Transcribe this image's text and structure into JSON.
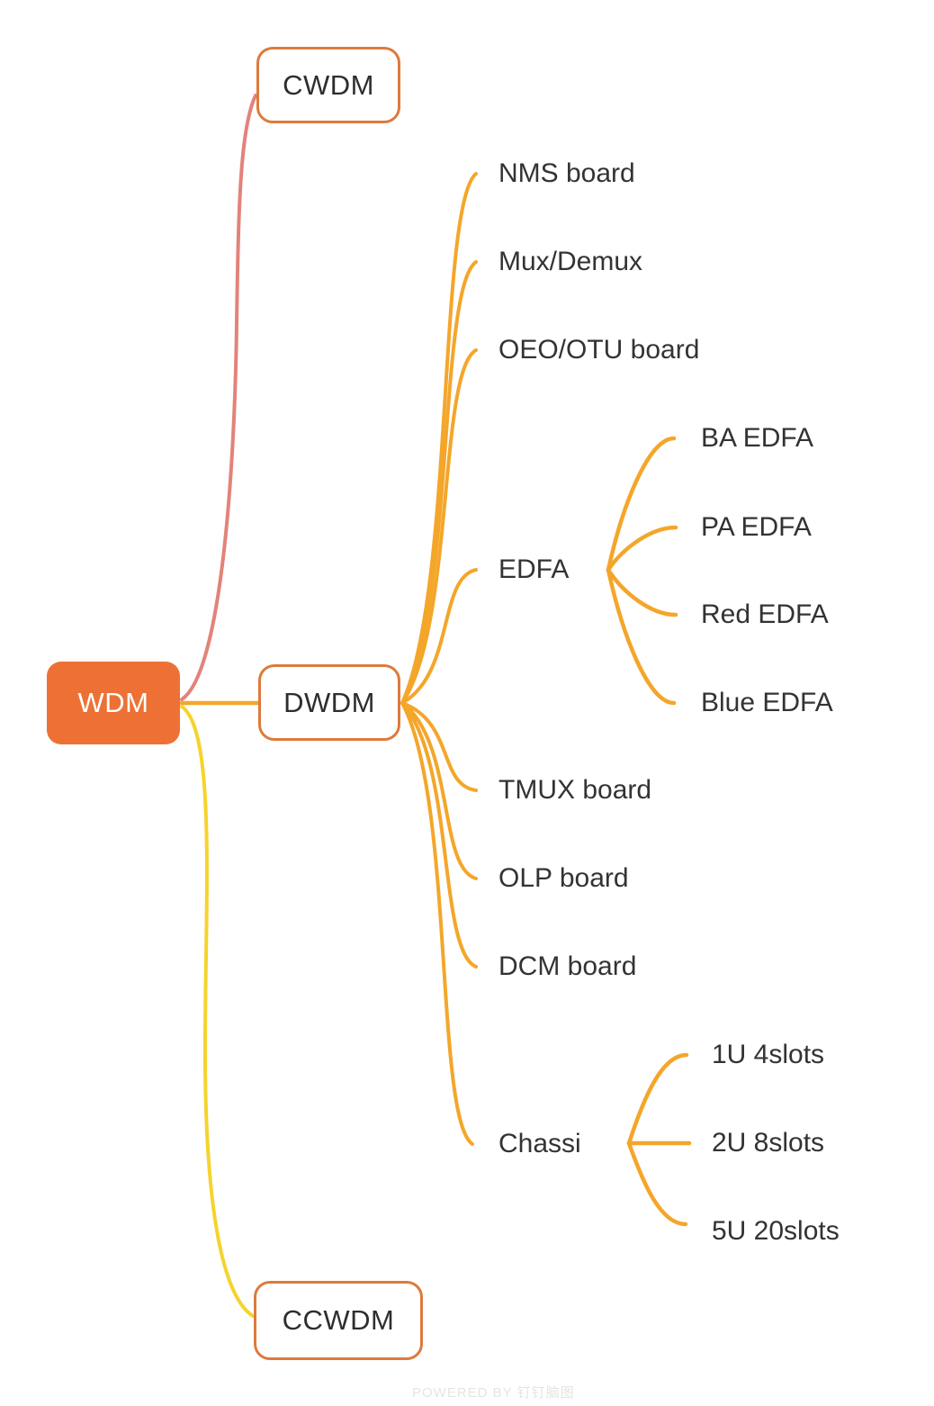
{
  "colors": {
    "root_fill": "#ed7135",
    "root_text": "#ffffff",
    "box_border": "#dd7a3c",
    "box_text": "#2e2e2e",
    "label_text": "#333333",
    "link_cwdm": "#e2837a",
    "link_dwdm": "#f4a62a",
    "link_ccwdm": "#f6d32d"
  },
  "watermark": "POWERED BY 钉钉脑图",
  "tree": {
    "label": "WDM",
    "children": [
      {
        "label": "CWDM"
      },
      {
        "label": "DWDM",
        "children": [
          {
            "label": "NMS board"
          },
          {
            "label": "Mux/Demux"
          },
          {
            "label": "OEO/OTU board"
          },
          {
            "label": "EDFA",
            "children": [
              {
                "label": "BA EDFA"
              },
              {
                "label": "PA EDFA"
              },
              {
                "label": "Red EDFA"
              },
              {
                "label": "Blue EDFA"
              }
            ]
          },
          {
            "label": "TMUX board"
          },
          {
            "label": "OLP board"
          },
          {
            "label": "DCM board"
          },
          {
            "label": "Chassi",
            "children": [
              {
                "label": "1U 4slots"
              },
              {
                "label": "2U 8slots"
              },
              {
                "label": "5U 20slots"
              }
            ]
          }
        ]
      },
      {
        "label": "CCWDM"
      }
    ]
  }
}
